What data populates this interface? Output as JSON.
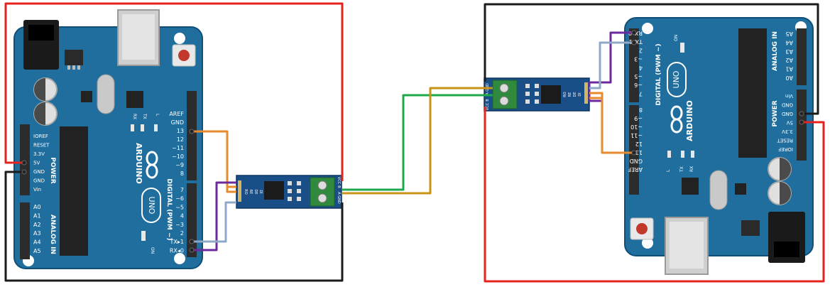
{
  "colors": {
    "board": "#1f6e9e",
    "board_edge": "#0f4f78",
    "header": "#2c2c2c",
    "chip": "#222222",
    "module": "#1a4e86",
    "terminal": "#2f8a3e",
    "wire_red": "#e5231e",
    "wire_black": "#1b1b1b",
    "wire_orange": "#e88a2c",
    "wire_purple": "#6d2a9c",
    "wire_lightblue": "#8fa8c8",
    "wire_green": "#1ea84a",
    "wire_gold": "#c99316"
  },
  "left_board": {
    "brand": "ARDUINO",
    "logo_text": "UNO",
    "power_title": "POWER",
    "analog_title": "ANALOG IN",
    "digital_title": "DIGITAL (PWM ~)",
    "on_label": "ON",
    "tx_label": "TX",
    "rx_label": "RX",
    "l_label": "L",
    "power_pins": [
      "IOREF",
      "RESET",
      "3.3V",
      "5V",
      "GND",
      "GND",
      "Vin"
    ],
    "analog_pins": [
      "A0",
      "A1",
      "A2",
      "A3",
      "A4",
      "A5"
    ],
    "digital_top": [
      "AREF",
      "GND",
      "13",
      "12",
      "~11",
      "~10",
      "~9",
      "8"
    ],
    "digital_bottom": [
      "7",
      "~6",
      "~5",
      "4",
      "~3",
      "2",
      "TX▸1",
      "RX◂0"
    ]
  },
  "right_board": {
    "brand": "ARDUINO",
    "logo_text": "UNO",
    "power_title": "POWER",
    "analog_title": "ANALOG IN",
    "digital_title": "DIGITAL (PWM ~)",
    "on_label": "ON",
    "tx_label": "TX",
    "rx_label": "RX",
    "l_label": "L",
    "power_pins": [
      "Vin",
      "GND",
      "GND",
      "5V",
      "3.3V",
      "RESET",
      "IOREF"
    ],
    "analog_pins": [
      "A5",
      "A4",
      "A3",
      "A2",
      "A1",
      "A0"
    ],
    "digital_top": [
      "RX◂0",
      "TX▸1",
      "2",
      "~3",
      "4",
      "~5",
      "~6",
      "7"
    ],
    "digital_bottom": [
      "8",
      "~9",
      "~10",
      "~11",
      "12",
      "13",
      "GND",
      "AREF"
    ]
  },
  "module_left": {
    "pins_left": [
      "RO",
      "RE",
      "DE",
      "DI"
    ],
    "pins_right": [
      "VCC",
      "B",
      "A",
      "GND"
    ]
  },
  "module_right": {
    "pins_left": [
      "VCC",
      "B",
      "A",
      "GND"
    ],
    "pins_right": [
      "DI",
      "DE",
      "RE",
      "RO"
    ]
  }
}
